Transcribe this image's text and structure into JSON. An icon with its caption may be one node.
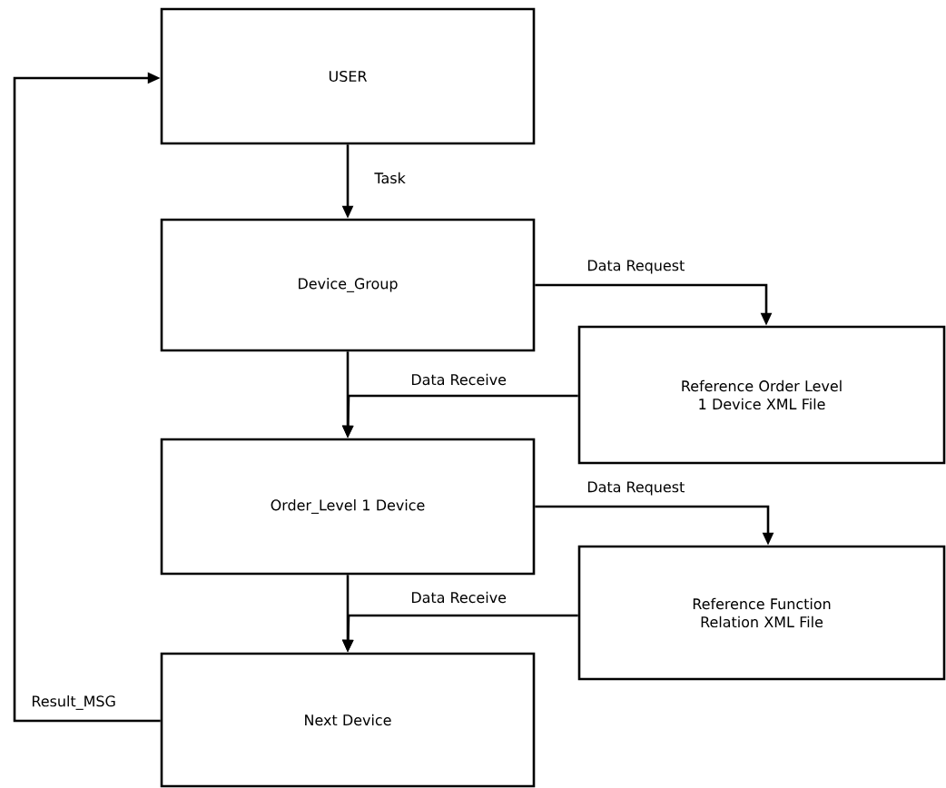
{
  "diagram": {
    "nodes": [
      {
        "text": [
          "USER"
        ]
      },
      {
        "text": [
          "Device_Group"
        ]
      },
      {
        "text": [
          "Reference Order Level 1 Device XML File"
        ]
      },
      {
        "text": [
          "Order_Level 1 Device"
        ]
      },
      {
        "text": [
          "Reference Function Relation XML File"
        ]
      },
      {
        "text": [
          "Next Device"
        ]
      }
    ],
    "edges": [
      {
        "from": 0,
        "to": 1,
        "arrow": "to",
        "label": "Task"
      },
      {
        "from": 1,
        "to": 2,
        "arrow": "to",
        "label": "Data Request"
      },
      {
        "from": 1,
        "to": 3,
        "arrow": "to"
      },
      {
        "from": 2,
        "to": 3,
        "arrow": "to",
        "label": "Data Receive"
      },
      {
        "from": 3,
        "to": 4,
        "arrow": "to",
        "label": "Data Request"
      },
      {
        "from": 3,
        "to": 5,
        "arrow": "to"
      },
      {
        "from": 4,
        "to": 5,
        "arrow": "to",
        "label": "Data Receive"
      },
      {
        "from": 5,
        "to": 0,
        "arrow": "to",
        "label": "Result_MSG"
      }
    ]
  }
}
